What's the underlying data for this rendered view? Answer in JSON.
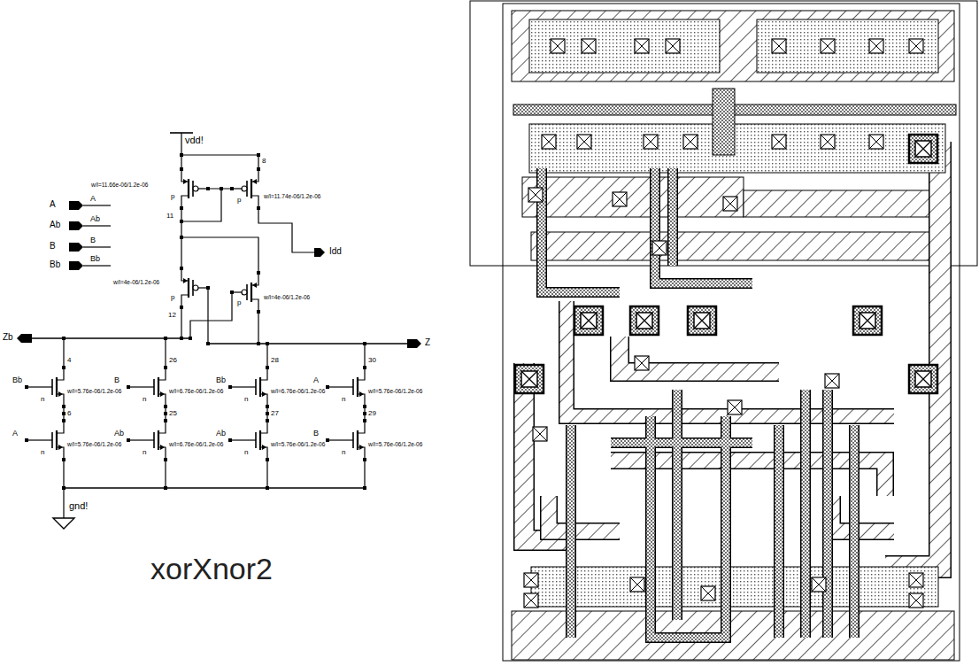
{
  "diagram": {
    "caption": "xorXnor2",
    "labels": [
      "A",
      "A",
      "Ab",
      "Ab",
      "B",
      "B",
      "Bb",
      "Bb",
      "vdd!",
      "w/l=11.66e-06/1.2e-06",
      "p",
      "8",
      "w/l=11.74e-06/1.2e-06",
      "p",
      "11",
      "Idd",
      "w/l=4e-06/1.2e-06",
      "p",
      "p",
      "w/l=4e-06/1.2e-06",
      "12",
      "Zb",
      "Z",
      "4",
      "Bb",
      "n",
      "w/l=5.76e-06/1.2e-06",
      "26",
      "B",
      "n",
      "w/l=6.76e-06/1.2e-06",
      "28",
      "Bb",
      "n",
      "w/l=6.76e-06/1.2e-06",
      "30",
      "A",
      "n",
      "w/l=5.76e-06/1.2e-06",
      "6",
      "A",
      "n",
      "w/l=5.76e-06/1.2e-06",
      "25",
      "Ab",
      "n",
      "w/l=6.76e-06/1.2e-06",
      "27",
      "Ab",
      "n",
      "w/l=5.76e-06/1.2e-06",
      "29",
      "B",
      "n",
      "w/l=5.76e-06/1.2e-06",
      "gnd!"
    ]
  }
}
